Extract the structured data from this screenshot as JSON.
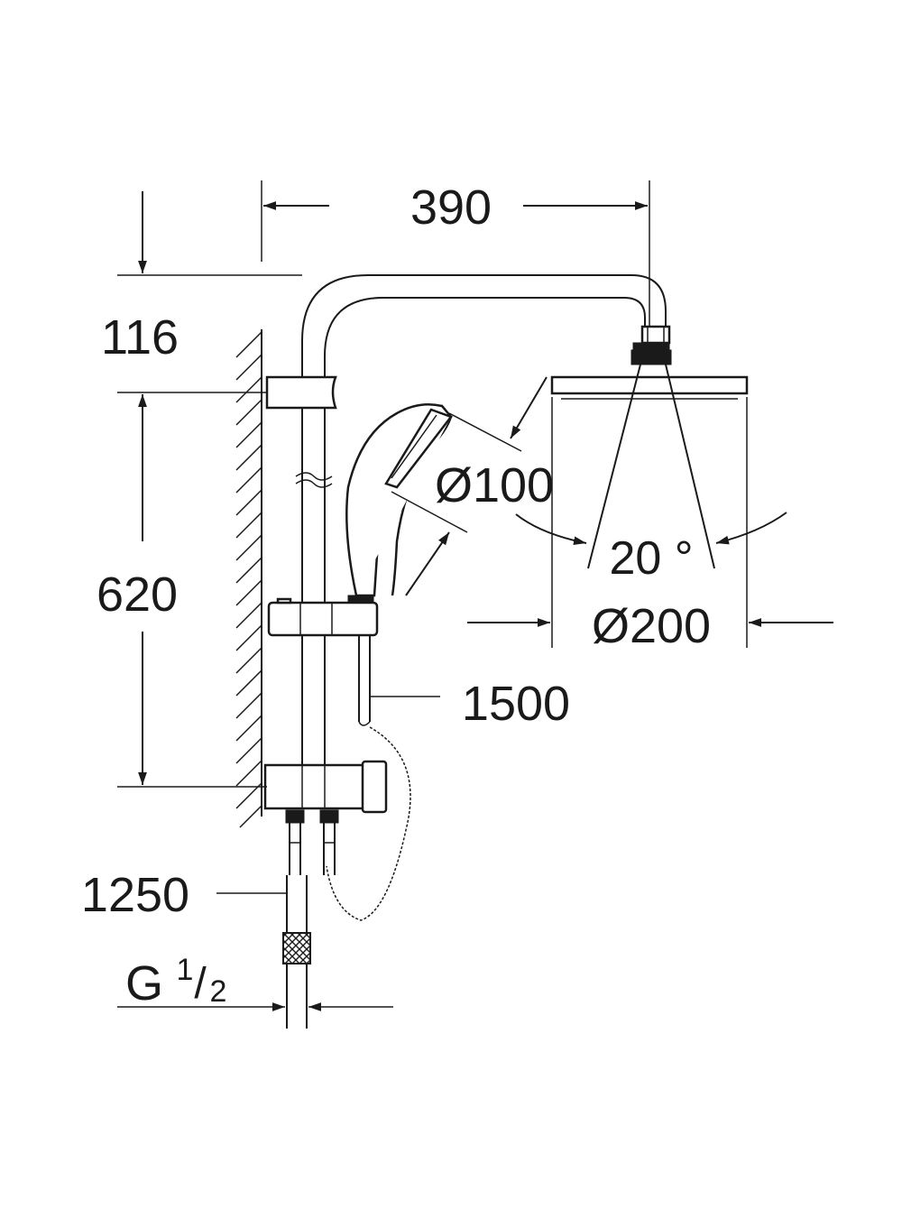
{
  "diagram": {
    "dimensions": {
      "width_top": "390",
      "height_arm": "116",
      "height_rail": "620",
      "hand_shower_diameter": "Ø100",
      "spray_angle": "20 °",
      "head_diameter": "Ø200",
      "hose_length": "1500",
      "supply_length": "1250",
      "thread_letter": "G",
      "thread_numerator": "1",
      "thread_slash": "/",
      "thread_denominator": "2"
    },
    "colors": {
      "line": "#1a1a1a",
      "background": "#ffffff"
    }
  }
}
